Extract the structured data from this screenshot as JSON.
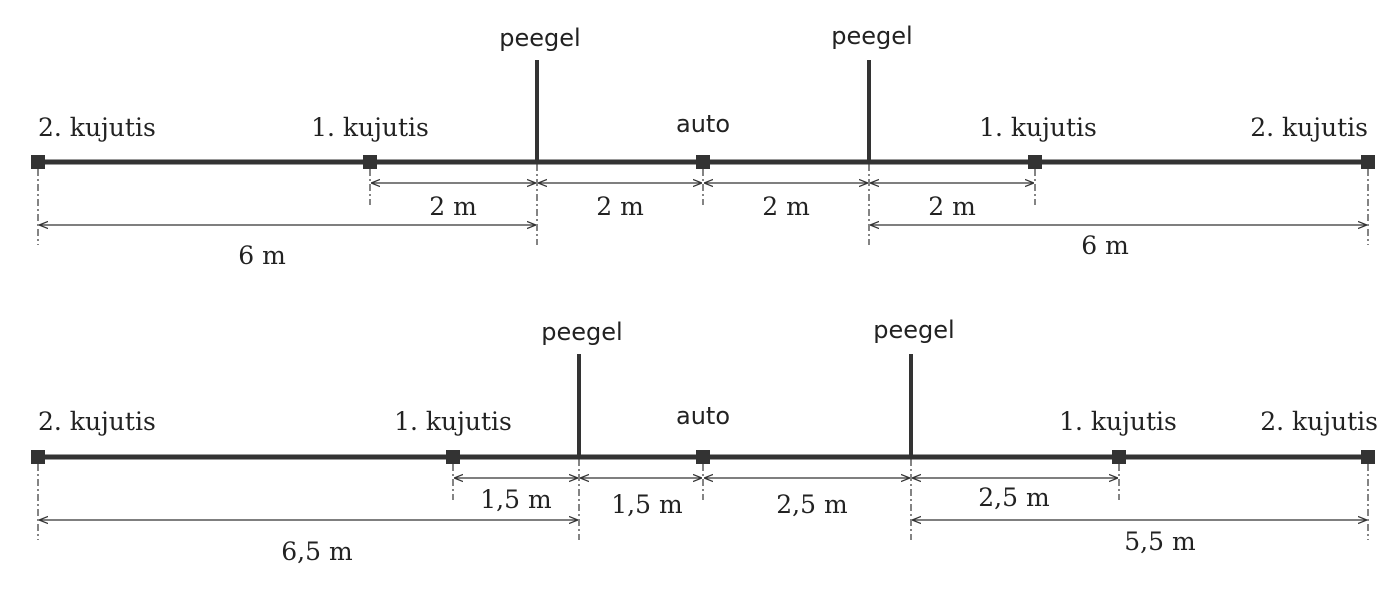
{
  "scenarios": [
    {
      "labels": {
        "mirror_left": "peegel",
        "mirror_right": "peegel",
        "car": "auto",
        "left_image_2": "2. kujutis",
        "left_image_1": "1. kujutis",
        "right_image_1": "1. kujutis",
        "right_image_2": "2. kujutis"
      },
      "distances": {
        "img1_to_mirror_left": "2 m",
        "mirror_left_to_car": "2 m",
        "car_to_mirror_right": "2 m",
        "mirror_right_to_img1": "2 m",
        "img2_to_mirror_left": "6 m",
        "mirror_right_to_img2": "6 m"
      }
    },
    {
      "labels": {
        "mirror_left": "peegel",
        "mirror_right": "peegel",
        "car": "auto",
        "left_image_2": "2. kujutis",
        "left_image_1": "1. kujutis",
        "right_image_1": "1. kujutis",
        "right_image_2": "2. kujutis"
      },
      "distances": {
        "img1_to_mirror_left": "1,5 m",
        "mirror_left_to_car": "1,5 m",
        "car_to_mirror_right": "2,5 m",
        "mirror_right_to_img1": "2,5 m",
        "img2_to_mirror_left": "6,5 m",
        "mirror_right_to_img2": "5,5 m"
      }
    }
  ]
}
